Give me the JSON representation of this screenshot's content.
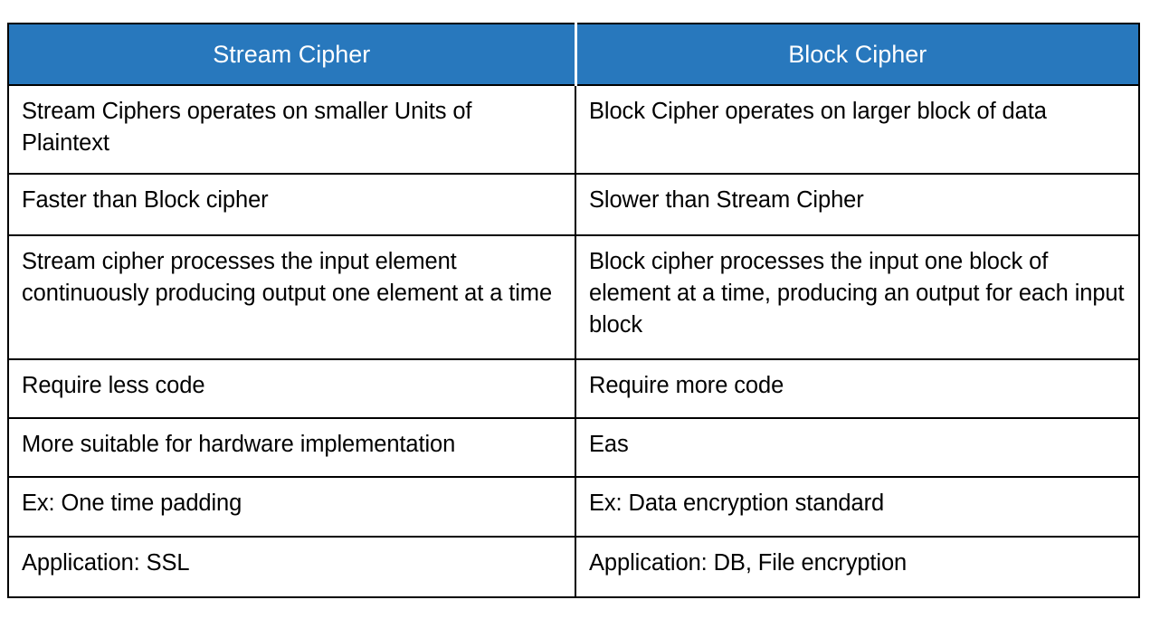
{
  "table": {
    "headers": [
      {
        "label": "Stream Cipher"
      },
      {
        "label": "Block Cipher"
      }
    ],
    "rows": [
      {
        "left": "Stream Ciphers operates on smaller Units of Plaintext",
        "right": "Block Cipher operates on larger block of data"
      },
      {
        "left": "Faster than Block cipher",
        "right": "Slower than Stream Cipher"
      },
      {
        "left": "Stream cipher processes the input element continuously producing output one element at a time",
        "right": "Block cipher processes the input one block of element at a time, producing an output for each input block"
      },
      {
        "left": "Require less code",
        "right": "Require more code"
      },
      {
        "left": "More suitable for hardware implementation",
        "right": "Eas"
      },
      {
        "left": "Ex: One time padding",
        "right": "Ex: Data encryption standard"
      },
      {
        "left": "Application: SSL",
        "right": "Application: DB, File encryption"
      }
    ]
  },
  "colors": {
    "header_background": "#2878bd",
    "header_text": "#ffffff",
    "border": "#000000",
    "cell_background": "#ffffff",
    "cell_text": "#000000"
  }
}
